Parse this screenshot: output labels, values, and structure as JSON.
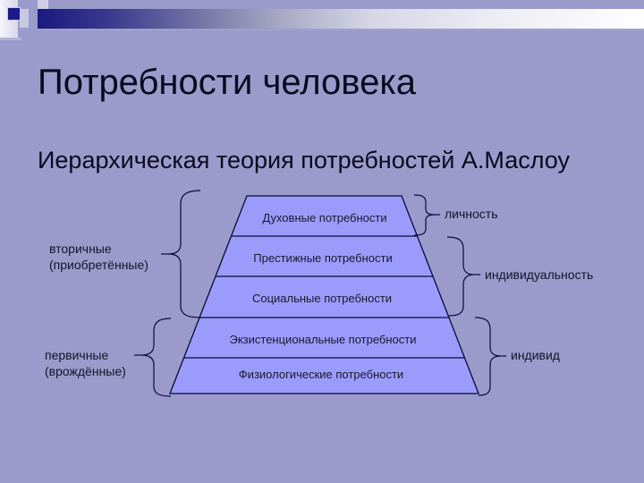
{
  "slide": {
    "title": "Потребности человека",
    "subtitle": "Иерархическая теория потребностей А.Маслоу",
    "colors": {
      "background": "#9a9acb",
      "pyramid_fill": "#9b9bfb",
      "line": "#0a0a3a",
      "header_bar_start": "#1a1a80",
      "header_bar_end": "#ffffff"
    }
  },
  "pyramid": {
    "levels": [
      {
        "label": "Духовные потребности"
      },
      {
        "label": "Престижные потребности"
      },
      {
        "label": "Социальные потребности"
      },
      {
        "label": "Экзистенциональные потребности"
      },
      {
        "label": "Физиологические потребности"
      }
    ]
  },
  "left_groups": [
    {
      "line1": "вторичные",
      "line2": "(приобретённые)"
    },
    {
      "line1": "первичные",
      "line2": "(врождённые)"
    }
  ],
  "right_groups": [
    {
      "label": "личность"
    },
    {
      "label": "индивидуальность"
    },
    {
      "label": "индивид"
    }
  ]
}
